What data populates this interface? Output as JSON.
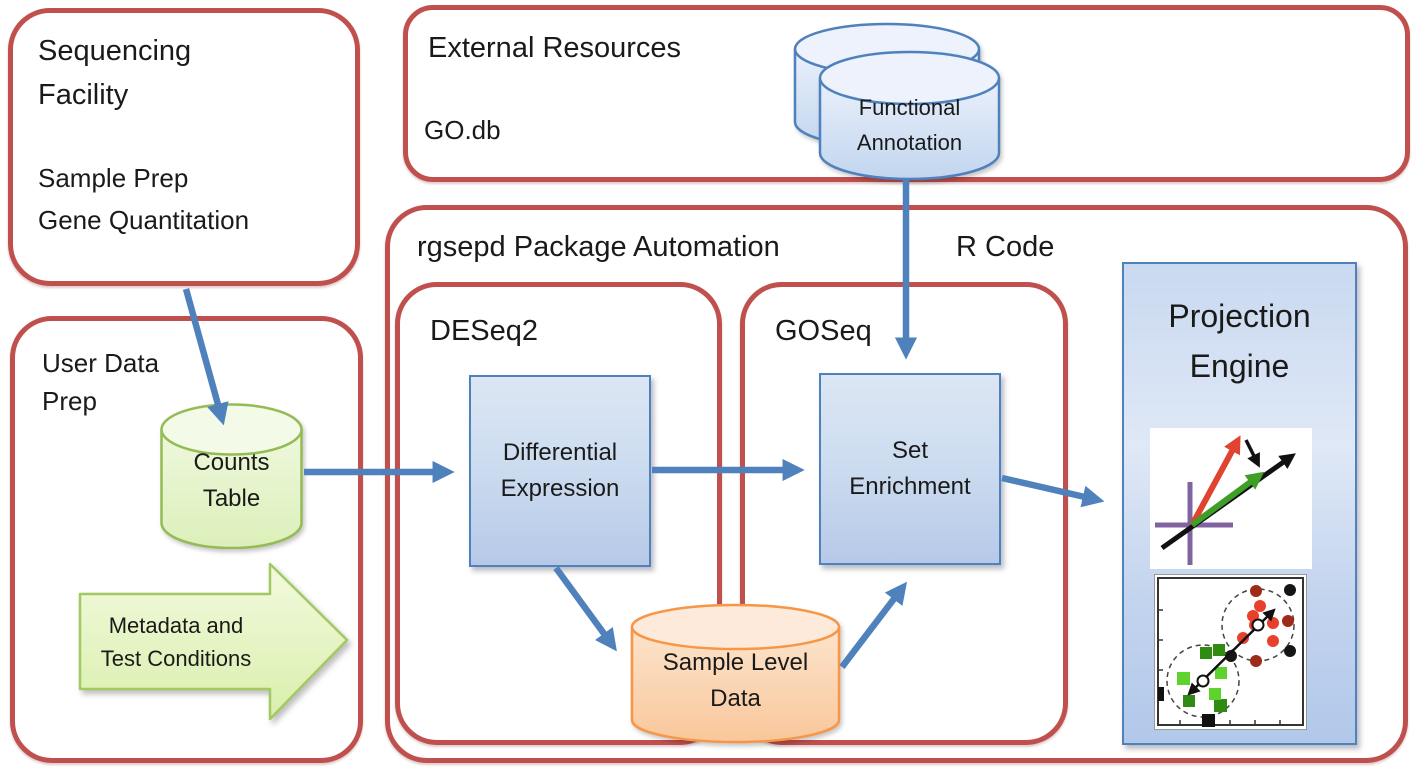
{
  "colors": {
    "frame_red": "#C0504D",
    "accent_blue": "#4F81BD",
    "accent_green": "#9BBB59",
    "accent_orange": "#F79646",
    "axis_purple": "#8064A2",
    "vector_red": "#E0442E",
    "vector_green": "#3F9E28",
    "text": "#1A1A1A"
  },
  "groups": {
    "sequencing_facility": {
      "title": "Sequencing\nFacility",
      "body": "Sample Prep\nGene Quantitation"
    },
    "external_resources": {
      "title": "External Resources",
      "resource": "GO.db"
    },
    "user_data_prep": {
      "title": "User Data\nPrep"
    },
    "rgsepd": {
      "title": "rgsepd Package Automation",
      "code_label": "R Code"
    },
    "deseq2": {
      "title": "DESeq2"
    },
    "goseq": {
      "title": "GOSeq"
    },
    "projection_engine": {
      "title": "Projection\nEngine"
    }
  },
  "nodes": {
    "functional_annotation": {
      "label": "Functional\nAnnotation"
    },
    "counts_table": {
      "label": "Counts\nTable"
    },
    "metadata_conditions": {
      "label": "Metadata and\nTest Conditions"
    },
    "differential_expression": {
      "label": "Differential\nExpression"
    },
    "set_enrichment": {
      "label": "Set\nEnrichment"
    },
    "sample_level_data": {
      "label": "Sample Level\nData"
    }
  },
  "connections": [
    {
      "from": "sequencing_facility",
      "to": "counts_table"
    },
    {
      "from": "counts_table",
      "to": "differential_expression"
    },
    {
      "from": "differential_expression",
      "to": "set_enrichment"
    },
    {
      "from": "functional_annotation",
      "to": "set_enrichment"
    },
    {
      "from": "differential_expression",
      "to": "sample_level_data"
    },
    {
      "from": "sample_level_data",
      "to": "set_enrichment"
    },
    {
      "from": "set_enrichment",
      "to": "projection_engine"
    }
  ]
}
